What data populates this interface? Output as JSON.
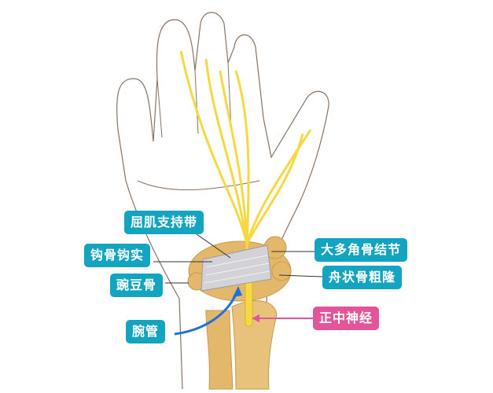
{
  "labels": {
    "flexor_retinaculum": "屈肌支持带",
    "hook_of_hamate": "钩骨钩实",
    "pisiform": "豌豆骨",
    "carpal_tunnel": "腕管",
    "trapezium_tubercle": "大多角骨结节",
    "scaphoid_tubercle": "舟状骨粗隆",
    "median_nerve": "正中神经"
  },
  "colors": {
    "label_teal": "#13a4bf",
    "label_pink": "#e25598",
    "nerve": "#f5d843",
    "bone": "#e3b86a",
    "ligament": "#c8c8cc",
    "arrow_blue": "#1f6fe0"
  }
}
